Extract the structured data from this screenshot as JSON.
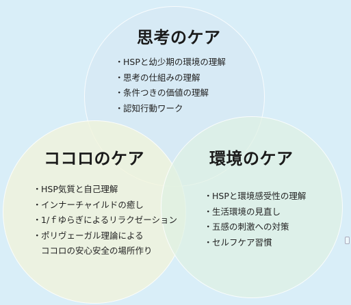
{
  "thinking": {
    "title": "思考のケア",
    "items": [
      "HSPと幼少期の環境の理解",
      "思考の仕組みの理解",
      "条件つきの価値の理解",
      "認知行動ワーク"
    ]
  },
  "heart": {
    "title": "ココロのケア",
    "items": [
      "HSP気質と自己理解",
      "インナーチャイルドの癒し",
      "1/ｆゆらぎによるリラクゼーション",
      "ポリヴェーガル理論による",
      "ココロの安心安全の場所作り"
    ]
  },
  "environment": {
    "title": "環境のケア",
    "items": [
      "HSPと環境感受性の理解",
      "生活環境の見直し",
      "五感の刺激への対策",
      "セルフケア習慣"
    ]
  },
  "bullet": "・"
}
